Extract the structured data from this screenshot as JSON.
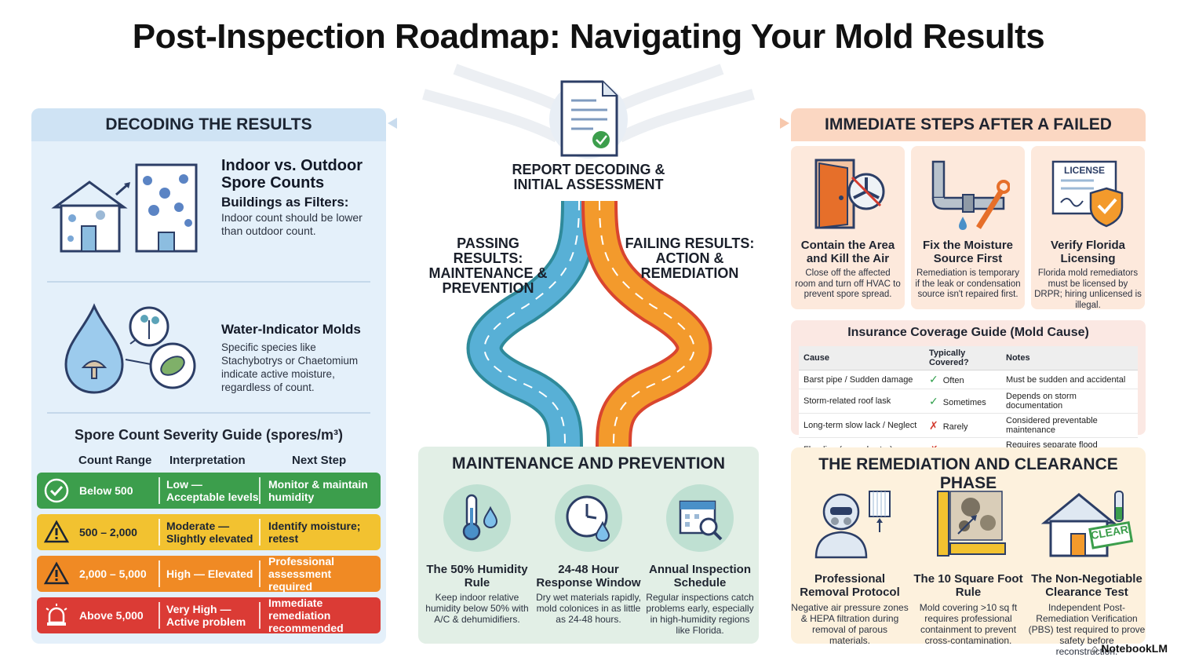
{
  "title": "Post-Inspection Roadmap: Navigating Your Mold Results",
  "left": {
    "header": "DECODING THE RESULTS",
    "indoor": {
      "title": "Indoor vs. Outdoor Spore Counts",
      "subtitle": "Buildings as Filters:",
      "text": "Indoor count should be lower than outdoor count."
    },
    "water": {
      "title": "Water-Indicator Molds",
      "text": "Specific species like Stachybotrys or Chaetomium indicate active moisture, regardless of count."
    },
    "severity": {
      "title": "Spore Count Severity Guide (spores/m³)",
      "columns": [
        "Count Range",
        "Interpretation",
        "Next Step"
      ],
      "rows": [
        {
          "range": "Below 500",
          "interp": "Low — Acceptable levels",
          "step": "Monitor & maintain humidity",
          "color": "#3c9e4c",
          "icon": "check-circle-icon"
        },
        {
          "range": "500 – 2,000",
          "interp": "Moderate — Slightly elevated",
          "step": "Identify moisture; retest",
          "color": "#f2c230",
          "icon": "warning-icon"
        },
        {
          "range": "2,000 – 5,000",
          "interp": "High — Elevated",
          "step": "Professional assessment required",
          "color": "#f08a24",
          "icon": "warning-icon"
        },
        {
          "range": "Above 5,000",
          "interp": "Very High — Active problem",
          "step": "Immediate remediation recommended",
          "color": "#db3b35",
          "icon": "alarm-icon"
        }
      ]
    }
  },
  "center": {
    "report_label": "REPORT DECODING & INITIAL ASSESSMENT",
    "passing_label": "PASSING RESULTS: MAINTENANCE & PREVENTION",
    "failing_label": "FAILING RESULTS: ACTION & REMEDIATION",
    "maintenance": {
      "header": "MAINTENANCE AND PREVENTION",
      "items": [
        {
          "title": "The 50% Humidity Rule",
          "text": "Keep indoor relative humidity below 50% with A/C & dehumidifiers.",
          "icon": "thermometer-icon"
        },
        {
          "title": "24-48 Hour Response Window",
          "text": "Dry wet materials rapidly, mold colonices in as little as 24-48 hours.",
          "icon": "clock-icon"
        },
        {
          "title": "Annual Inspection Schedule",
          "text": "Regular inspections catch problems early, especially in high-humidity regions like Florida.",
          "icon": "calendar-icon"
        }
      ]
    }
  },
  "right": {
    "failed_header": "IMMEDIATE STEPS AFTER A FAILED INSPECTION",
    "cards": [
      {
        "title": "Contain the Area and Kill the Air",
        "text": "Close off the affected room and turn off HVAC to prevent spore spread.",
        "icon": "door-fan-icon"
      },
      {
        "title": "Fix the Moisture Source First",
        "text": "Remediation is temporary if the leak or condensation source isn't repaired first.",
        "icon": "pipe-wrench-icon"
      },
      {
        "title": "Verify Florida Licensing",
        "text": "Florida mold remediators must be licensed by DRPR; hiring unlicensed is illegal.",
        "icon": "license-icon",
        "badge": "LICENSE"
      }
    ],
    "insurance": {
      "title": "Insurance Coverage Guide (Mold Cause)",
      "columns": [
        "Cause",
        "Typically Covered?",
        "Notes"
      ],
      "rows": [
        {
          "cause": "Barst pipe / Sudden damage",
          "covered": "Often",
          "yes": true,
          "notes": "Must be sudden and accidental"
        },
        {
          "cause": "Storm-related roof lask",
          "covered": "Sometimes",
          "yes": true,
          "notes": "Depends on storm documentation"
        },
        {
          "cause": "Long-term slow lack / Neglect",
          "covered": "Rarely",
          "yes": false,
          "notes": "Considered preventable maintenance"
        },
        {
          "cause": "Flooding (groundwater)",
          "covered": "No",
          "yes": false,
          "notes": "Requires separate flood insurance"
        }
      ]
    },
    "remediation": {
      "header": "THE REMEDIATION AND CLEARANCE PHASE",
      "items": [
        {
          "title": "Professional Removal Protocol",
          "text": "Negative air pressure zones & HEPA filtration during removal of parous materials.",
          "icon": "hazmat-worker-icon"
        },
        {
          "title": "The 10 Square Foot Rule",
          "text": "Mold covering >10 sq ft requires professional containment to prevent cross-contamination.",
          "icon": "ruler-icon"
        },
        {
          "title": "The Non-Negotiable Clearance Test",
          "text": "Independent Post-Remediation Verification (PBS) test required to prove safety before reconstruction.",
          "icon": "house-clear-icon",
          "badge": "CLEAR"
        }
      ]
    }
  },
  "brand": "NotebookLM",
  "colors": {
    "pass_road": "#4a9fd0",
    "fail_road": "#f08a24",
    "left_panel": "#e4f0fa",
    "maint_panel": "#e2efe6",
    "fail_header": "#fbd7c2",
    "rem_panel": "#fdf1dd"
  }
}
